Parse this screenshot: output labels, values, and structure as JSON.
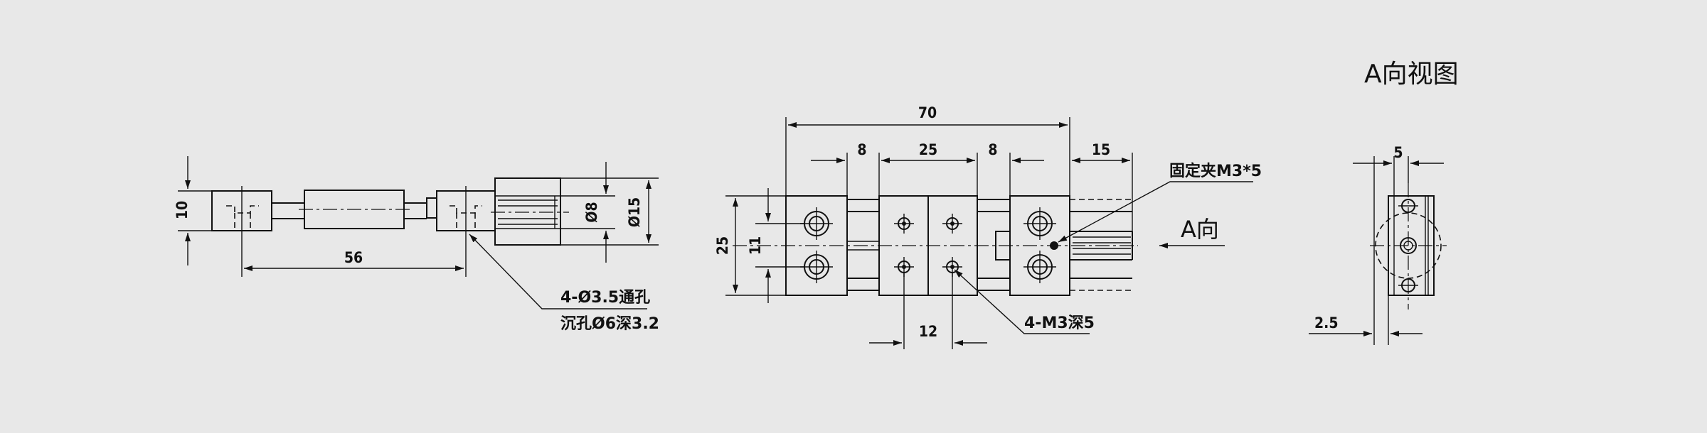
{
  "views": {
    "side_view": {
      "dims": {
        "height": "10",
        "length": "56",
        "dia_small": "Ø8",
        "dia_large": "Ø15"
      },
      "hole_note": {
        "line1": "4-Ø3.5通孔",
        "line2": "沉孔Ø6深3.2"
      }
    },
    "front_view": {
      "dims": {
        "overall_width": "70",
        "left_margin": "8",
        "center_width": "25",
        "right_margin": "8",
        "stroke": "15",
        "height": "25",
        "hole_pitch": "11",
        "thread_pitch": "12"
      },
      "thread_note": "4-M3深5",
      "clamp_note": "固定夹M3*5",
      "direction_label": "A向"
    },
    "a_view": {
      "title": "A向视图",
      "dims": {
        "top": "5",
        "bottom": "2.5"
      }
    }
  },
  "colors": {
    "background": "#e8e8e8",
    "line": "#111111"
  }
}
